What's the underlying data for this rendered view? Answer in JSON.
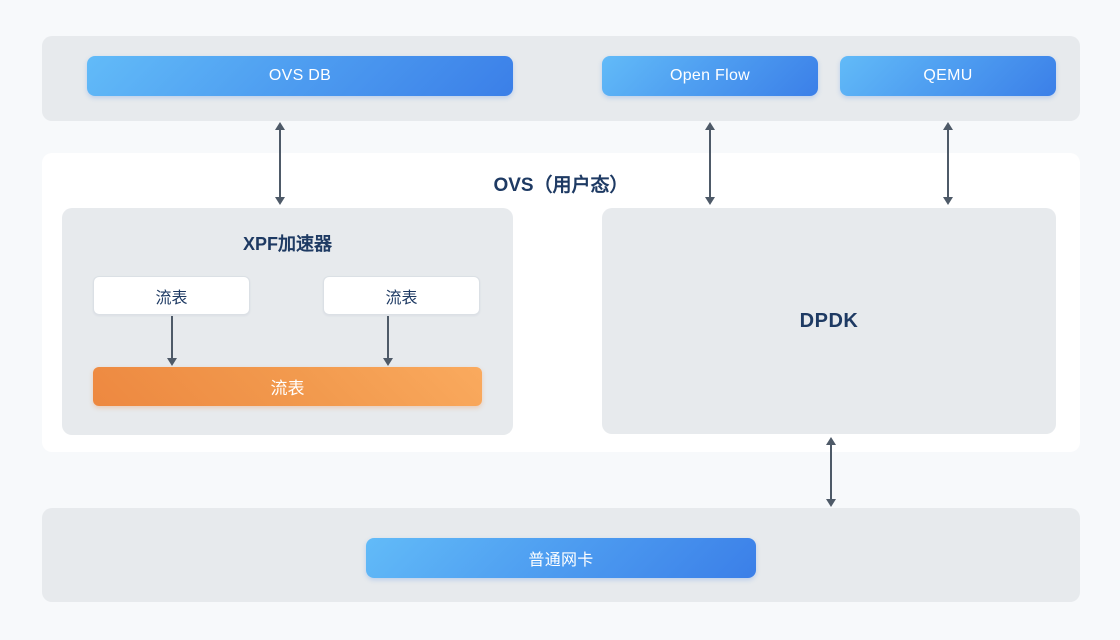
{
  "top_bar": {
    "buttons": [
      {
        "label": "OVS DB"
      },
      {
        "label": "Open Flow"
      },
      {
        "label": "QEMU"
      }
    ]
  },
  "ovs_panel": {
    "title": "OVS（用户态）",
    "xpf": {
      "title": "XPF加速器",
      "flow_tables": [
        "流表",
        "流表"
      ],
      "merged_flow_table": "流表"
    },
    "dpdk_label": "DPDK"
  },
  "bottom_bar": {
    "nic_label": "普通网卡"
  },
  "colors": {
    "page_bg": "#f7f9fb",
    "panel_gray": "#e7eaed",
    "panel_white": "#ffffff",
    "blue_gradient_from": "#62bbf8",
    "blue_gradient_to": "#3b7fe8",
    "orange_gradient_from": "#faaa5e",
    "orange_gradient_to": "#ed8840",
    "title_navy": "#1e3a63",
    "arrow_slate": "#4e5a68"
  }
}
